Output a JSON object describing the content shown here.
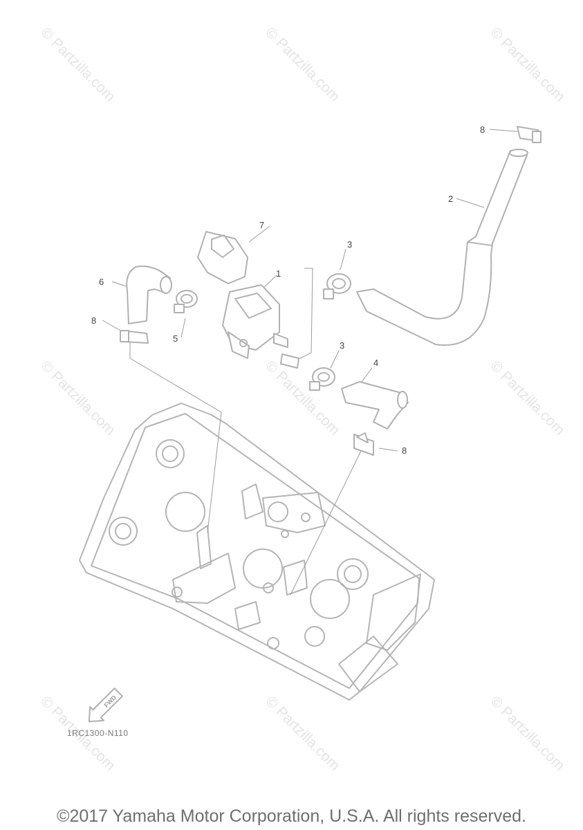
{
  "watermark": {
    "text": "© Partzilla.com"
  },
  "callouts": {
    "p1": "1",
    "p2": "2",
    "p3a": "3",
    "p3b": "3",
    "p4": "4",
    "p5": "5",
    "p6": "6",
    "p7": "7",
    "p8a": "8",
    "p8b": "8",
    "p8c": "8"
  },
  "fwd_label": "FWD",
  "diagram_code": "1RC1300-N110",
  "copyright": "©2017 Yamaha Motor Corporation, U.S.A. All rights reserved."
}
